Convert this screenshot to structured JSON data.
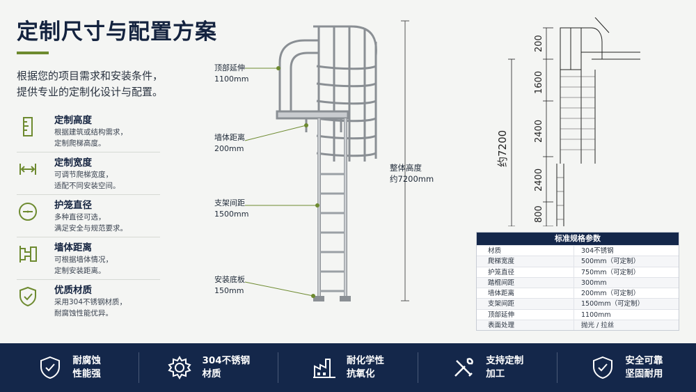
{
  "title": "定制尺寸与配置方案",
  "intro": [
    "根据您的项目需求和安装条件，",
    "提供专业的定制化设计与配置。"
  ],
  "features": [
    {
      "icon": "height-ruler-icon",
      "title": "定制高度",
      "desc": [
        "根据建筑或结构需求，",
        "定制爬梯高度。"
      ]
    },
    {
      "icon": "width-arrows-icon",
      "title": "定制宽度",
      "desc": [
        "可调节爬梯宽度，",
        "适配不同安装空间。"
      ]
    },
    {
      "icon": "diameter-circle-icon",
      "title": "护笼直径",
      "desc": [
        "多种直径可选，",
        "满足安全与规范要求。"
      ]
    },
    {
      "icon": "wall-distance-icon",
      "title": "墙体距离",
      "desc": [
        "可根据墙体情况，",
        "定制安装距离。"
      ]
    },
    {
      "icon": "shield-check-icon",
      "title": "优质材质",
      "desc": [
        "采用304不锈钢材质，",
        "耐腐蚀性能优异。"
      ]
    }
  ],
  "callouts": {
    "top": {
      "label": "顶部延伸",
      "value": "1100mm"
    },
    "wall": {
      "label": "墙体距离",
      "value": "200mm"
    },
    "support": {
      "label": "支架间距",
      "value": "1500mm"
    },
    "base": {
      "label": "安装底板",
      "value": "150mm"
    },
    "overall": {
      "label": "整体高度",
      "value": "约7200mm"
    }
  },
  "drawing": {
    "dims": [
      "200",
      "1600",
      "2400",
      "2400",
      "800"
    ],
    "total": "约7200"
  },
  "spec": {
    "heading": "标准规格参数",
    "rows": [
      {
        "k": "材质",
        "v": "304不锈钢"
      },
      {
        "k": "爬梯宽度",
        "v": "500mm（可定制）"
      },
      {
        "k": "护笼直径",
        "v": "750mm（可定制）"
      },
      {
        "k": "踏棍间距",
        "v": "300mm"
      },
      {
        "k": "墙体距离",
        "v": "200mm（可定制）"
      },
      {
        "k": "支架间距",
        "v": "1500mm（可定制）"
      },
      {
        "k": "顶部延伸",
        "v": "1100mm"
      },
      {
        "k": "表面处理",
        "v": "抛光 / 拉丝"
      }
    ]
  },
  "footer": [
    {
      "icon": "shield-check-icon",
      "lines": [
        "耐腐蚀",
        "性能强"
      ]
    },
    {
      "icon": "gear-icon",
      "lines": [
        "304不锈钢",
        "材质"
      ]
    },
    {
      "icon": "factory-icon",
      "lines": [
        "耐化学性",
        "抗氧化"
      ]
    },
    {
      "icon": "wrench-screwdriver-icon",
      "lines": [
        "支持定制",
        "加工"
      ]
    },
    {
      "icon": "shield-check-icon",
      "lines": [
        "安全可靠",
        "坚固耐用"
      ]
    }
  ],
  "colors": {
    "navy": "#14274a",
    "accent": "#6d8a2f",
    "background": "#f4f5f3"
  }
}
